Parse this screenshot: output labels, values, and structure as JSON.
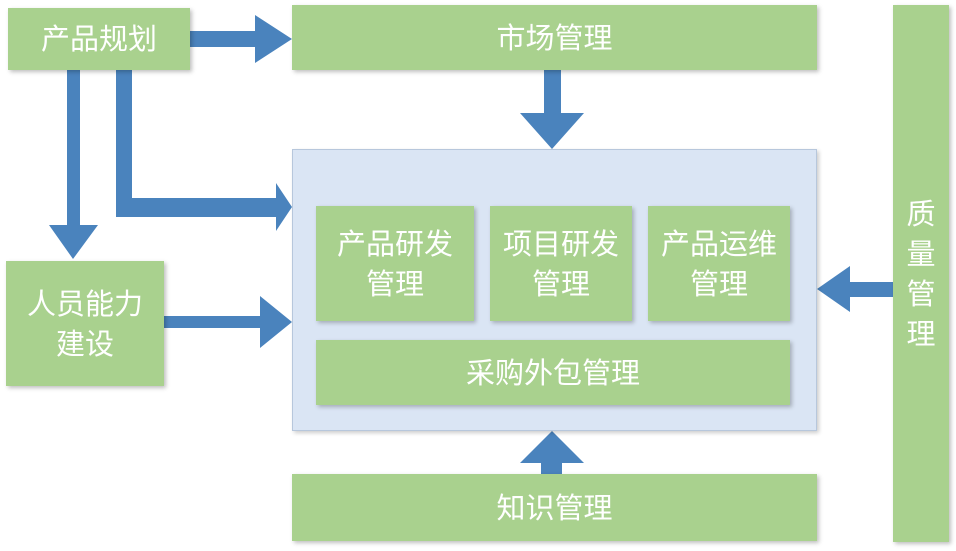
{
  "nodes": {
    "product_planning": "产品规划",
    "market_management": "市场管理",
    "quality_management": "质\n量\n管\n理",
    "people_capability": "人员能力\n建设",
    "product_rd": "产品研发\n管理",
    "project_rd": "项目研发\n管理",
    "product_ops": "产品运维\n管理",
    "procurement_outsourcing": "采购外包管理",
    "knowledge_management": "知识管理"
  },
  "colors": {
    "box_fill": "#a9d18e",
    "box_text": "#ffffff",
    "container_fill": "#dae5f4",
    "arrow": "#4a83bd"
  },
  "edges": [
    {
      "from": "产品规划",
      "to": "市场管理"
    },
    {
      "from": "产品规划",
      "to": "人员能力建设"
    },
    {
      "from": "产品规划",
      "to": "core"
    },
    {
      "from": "市场管理",
      "to": "core"
    },
    {
      "from": "人员能力建设",
      "to": "core"
    },
    {
      "from": "质量管理",
      "to": "core"
    },
    {
      "from": "知识管理",
      "to": "core"
    }
  ]
}
